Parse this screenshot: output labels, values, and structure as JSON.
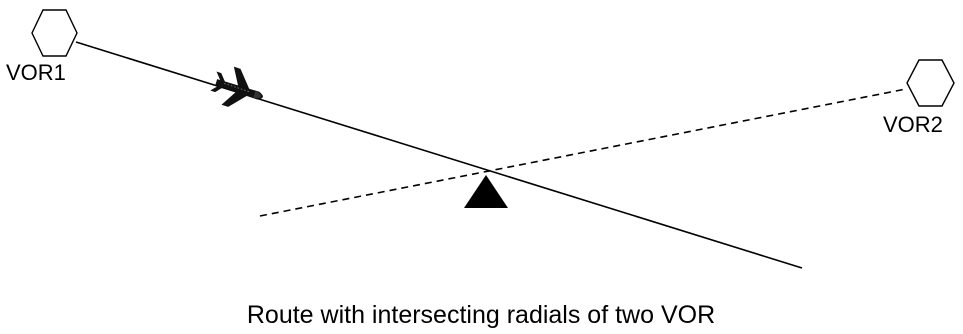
{
  "diagram": {
    "stations": [
      {
        "id": "vor1",
        "label": "VOR1",
        "icon": "hexagon-icon"
      },
      {
        "id": "vor2",
        "label": "VOR2",
        "icon": "hexagon-icon"
      }
    ],
    "aircraft_icon": "airplane-icon",
    "intersection_icon": "triangle-icon",
    "route_style": "solid",
    "radial_style": "dashed",
    "caption": "Route with intersecting radials of two VOR",
    "colors": {
      "line": "#000000",
      "background": "#ffffff",
      "aircraft": "#111111"
    }
  }
}
